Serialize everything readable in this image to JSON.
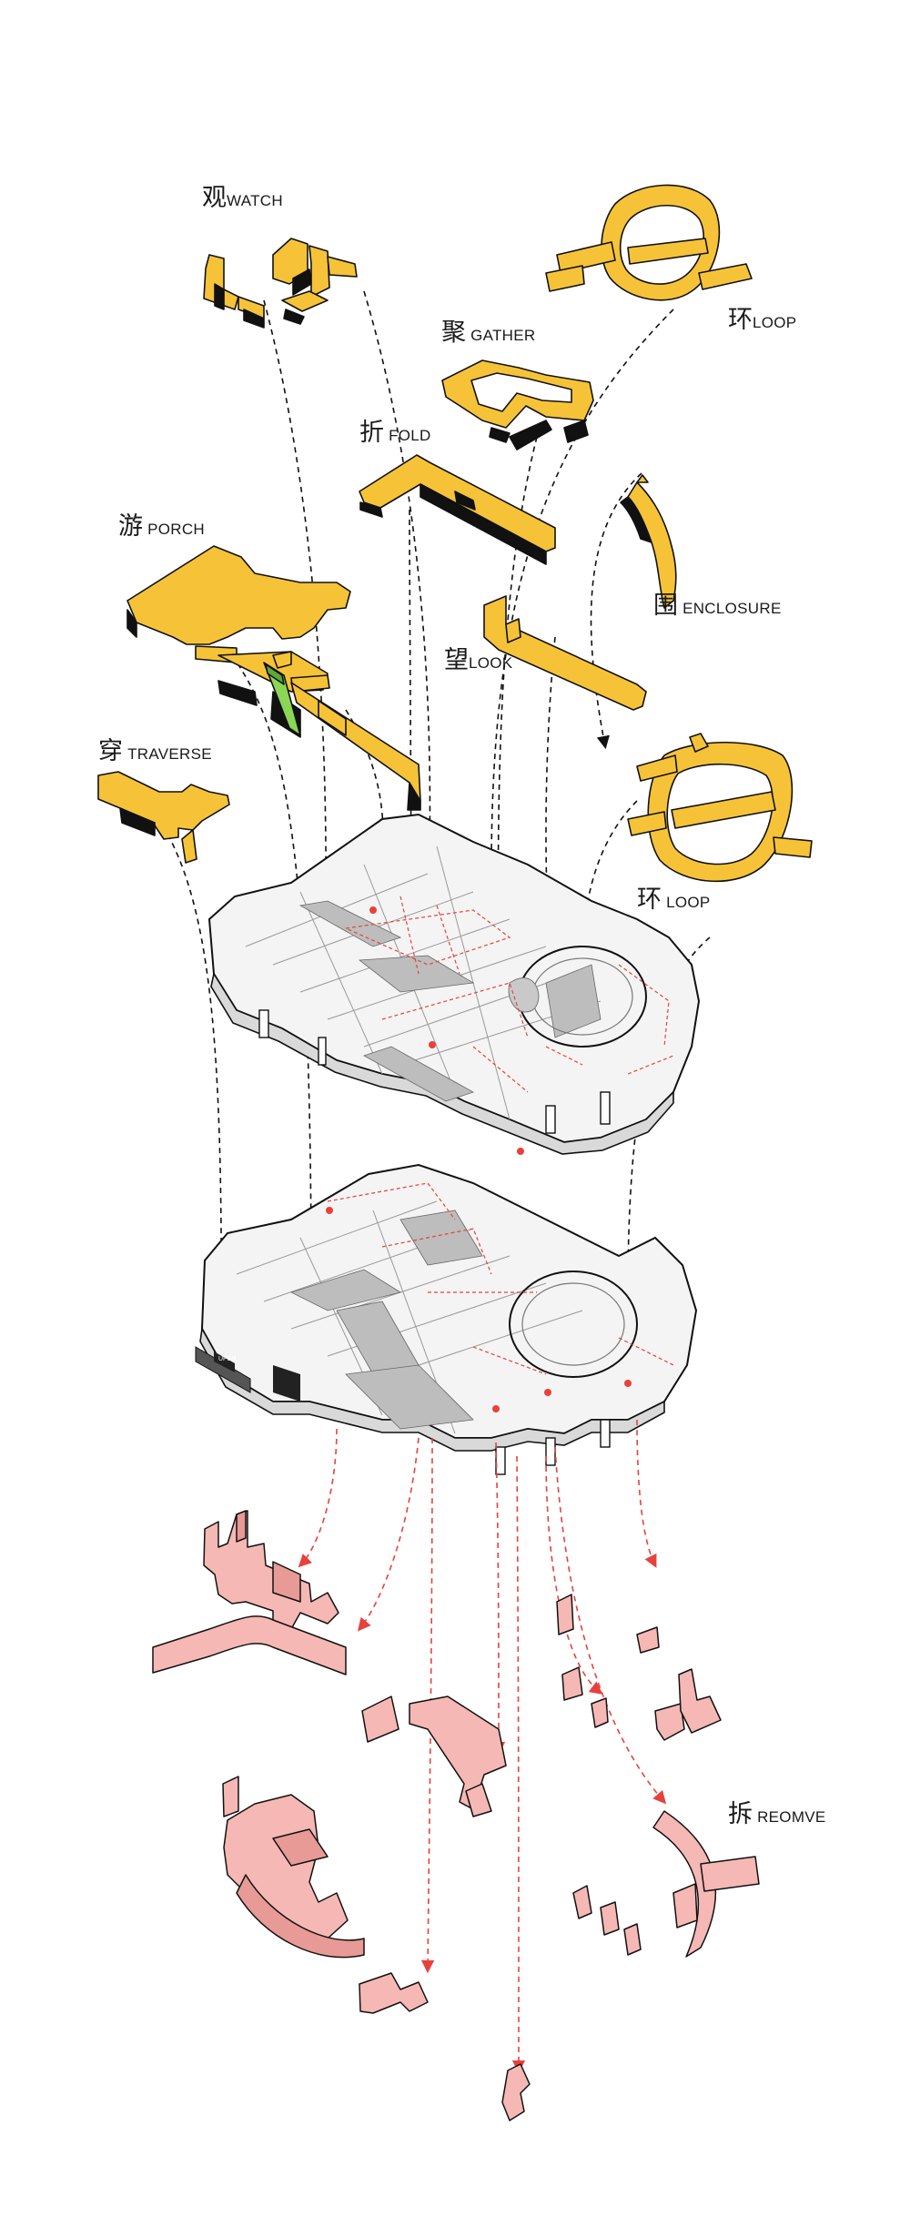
{
  "labels": {
    "watch": {
      "zh": "观",
      "en": "WATCH"
    },
    "loop_top": {
      "zh": "环",
      "en": "LOOP"
    },
    "gather": {
      "zh": "聚",
      "en": "GATHER"
    },
    "fold": {
      "zh": "折",
      "en": "FOLD"
    },
    "porch": {
      "zh": "游",
      "en": "PORCH"
    },
    "enclosure": {
      "zh": "围",
      "en": "ENCLOSURE"
    },
    "look": {
      "zh": "望",
      "en": "LOOK"
    },
    "traverse": {
      "zh": "穿",
      "en": "TRAVERSE"
    },
    "loop_mid": {
      "zh": "环",
      "en": "LOOP"
    },
    "remove": {
      "zh": "拆",
      "en": "REOMVE"
    }
  },
  "colors": {
    "added_volume": "#f6c338",
    "removed_wall": "#f5b8b4",
    "red_line": "#e8413c",
    "floor_gray": "#c9c9c9",
    "outline": "#111111"
  }
}
